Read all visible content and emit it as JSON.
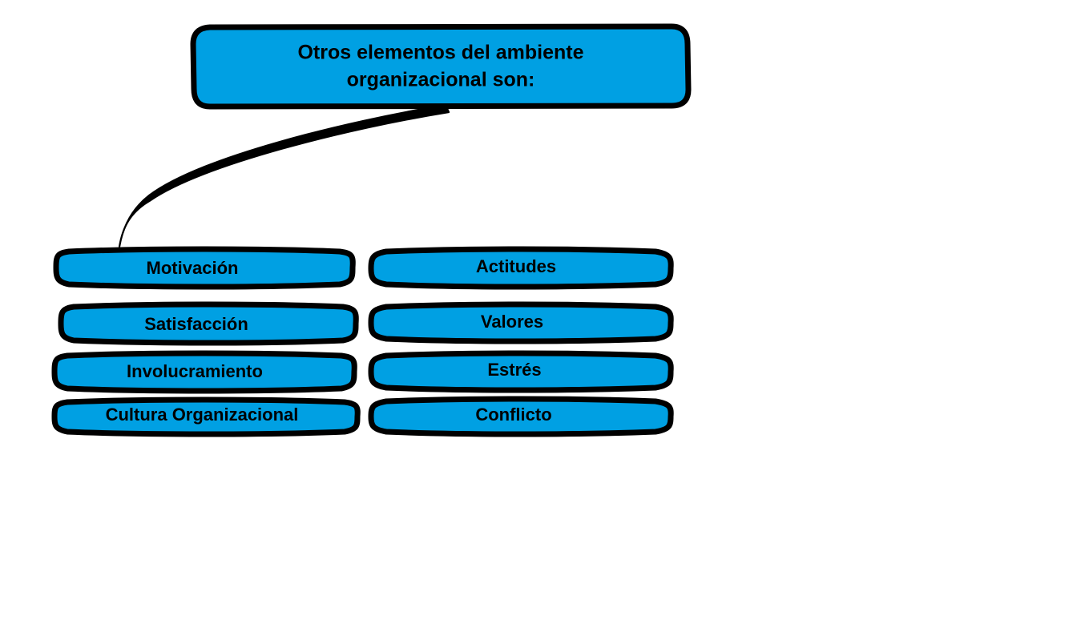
{
  "diagram": {
    "kind": "concept-map",
    "background_color": "#FFFFFF",
    "node_fill_color": "#00A0E3",
    "node_border_color": "#000000",
    "text_color": "#000000",
    "title_node": {
      "id": "root",
      "line1": "Otros elementos del ambiente",
      "line2": "organizacional son:",
      "full_text": "Otros elementos del ambiente organizacional son:",
      "shape": "rounded-rectangle"
    },
    "connector": {
      "id": "root-to-children",
      "from": "root",
      "to": "motivacion",
      "style": "tapered-curve",
      "color": "#000000"
    },
    "left_column": [
      {
        "id": "motivacion",
        "label": "Motivación",
        "shape": "capsule"
      },
      {
        "id": "satisfaccion",
        "label": "Satisfacción",
        "shape": "capsule"
      },
      {
        "id": "involucramiento",
        "label": "Involucramiento",
        "shape": "capsule"
      },
      {
        "id": "cultura-organizacional",
        "label": "Cultura Organizacional",
        "shape": "capsule"
      }
    ],
    "right_column": [
      {
        "id": "actitudes",
        "label": "Actitudes",
        "shape": "capsule"
      },
      {
        "id": "valores",
        "label": "Valores",
        "shape": "capsule"
      },
      {
        "id": "estres",
        "label": "Estrés",
        "shape": "capsule"
      },
      {
        "id": "conflicto",
        "label": "Conflicto",
        "shape": "capsule"
      }
    ]
  }
}
